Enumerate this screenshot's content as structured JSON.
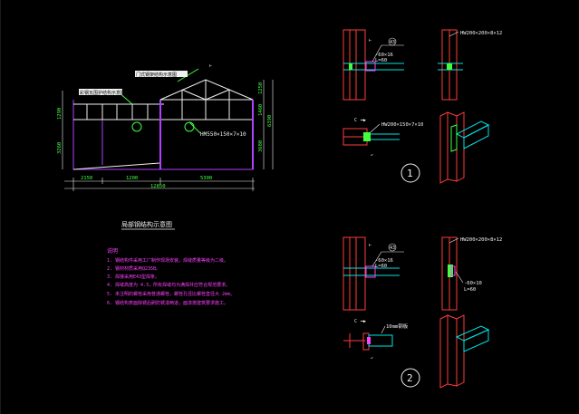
{
  "drawing": {
    "title": "局部钢结构示意图",
    "elevation": {
      "labels": {
        "roof_note": "门式钢架结构示意图",
        "wall_note": "彩钢瓦围护结构示意图",
        "beam_spec": "HM550×150×7×10"
      },
      "dims_left": [
        "1290",
        "3260"
      ],
      "dims_right": [
        "1250",
        "1460",
        "3680",
        "6390"
      ],
      "dims_bottom": [
        "2150",
        "1200",
        "5300",
        "12850"
      ]
    },
    "notes": {
      "heading": "说明",
      "items": [
        "1. 钢结构件采用工厂制作现场安装，焊缝质量等级为二级。",
        "2. 钢材材质采用Q235B。",
        "3. 焊接采用E43型焊条。",
        "4. 焊缝高度为 4.3，所有焊缝均为满焊并应符合规范要求。",
        "5. 未注明的螺栓采用普通螺栓，螺栓孔径比螺栓直径大 2mm。",
        "6. 钢结构表面除锈后刷防锈漆两道，面漆按建筑要求施工。"
      ]
    },
    "detail1": {
      "column_spec": "HW200×200×8×12",
      "beam_spec": "HW200×150×7×10",
      "plate_label": "-60×16",
      "plate_size": "L=60",
      "weld_symbol": "43",
      "section_mark": "C",
      "number": "1"
    },
    "detail2": {
      "column_spec": "HW200×200×8×12",
      "plate_label": "-60×16",
      "plate_size": "L=60",
      "stiffener": "-60×10",
      "weld_symbol": "43",
      "section_mark": "C",
      "angle_label": "10mm钢板",
      "number": "2"
    },
    "colors": {
      "background": "#000000",
      "red": "#ff3b3b",
      "cyan": "#00e5e5",
      "white": "#f0f0f0",
      "yellow": "#ffff00",
      "green": "#40ff40",
      "magenta": "#ff40ff",
      "purple": "#b040ff"
    }
  }
}
